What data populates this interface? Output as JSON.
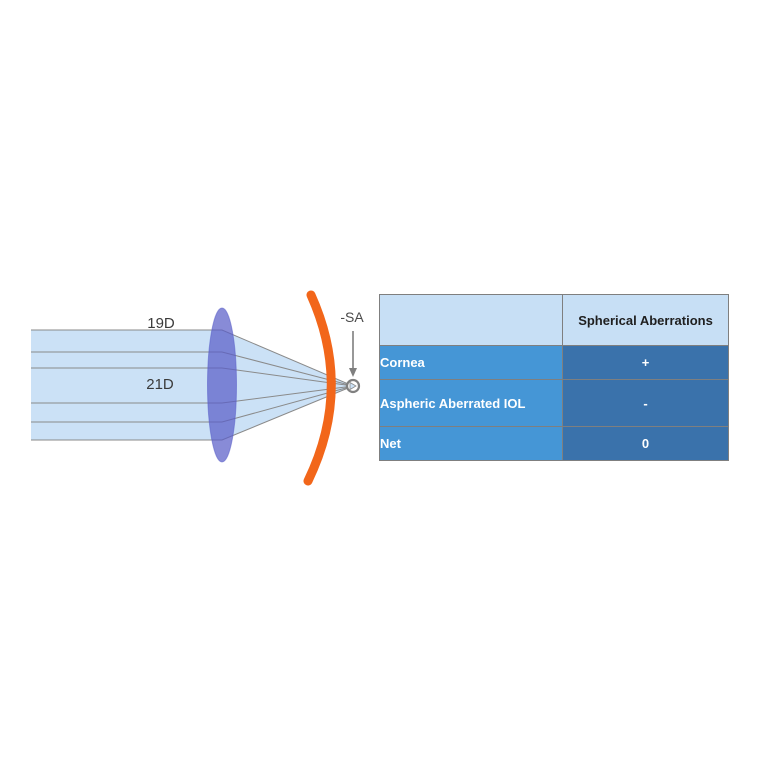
{
  "page": {
    "background": "#ffffff",
    "description": "Optics diagram of aspheric aberrated IOL focusing light with table of spherical aberrations"
  },
  "diagram": {
    "beam_label_top": "19D",
    "beam_label_center": "21D",
    "sa_label": "-SA",
    "colors": {
      "beam_fill": "#cbe1f6",
      "ray_stroke": "#8a8a8a",
      "lens_fill": "#5a5ec8",
      "retina_orange": "#f2661a",
      "focal_ring": "#808080",
      "arrow_gray": "#7f7f7f",
      "label_text": "#3a3a3a"
    }
  },
  "table": {
    "corner_header": "",
    "title_header": "Spherical Aberrations",
    "rows": [
      {
        "label": "Cornea",
        "value": "+"
      },
      {
        "label": "Aspheric Aberrated IOL",
        "value": "-"
      },
      {
        "label": "Net",
        "value": "0"
      }
    ],
    "colors": {
      "header_bg": "#c7dff5",
      "row_label_bg": "#4596d6",
      "row_value_bg": "#3a72ab",
      "border": "#7f7f7f",
      "header_text": "#1f1f1f",
      "row_text": "#ffffff"
    }
  }
}
